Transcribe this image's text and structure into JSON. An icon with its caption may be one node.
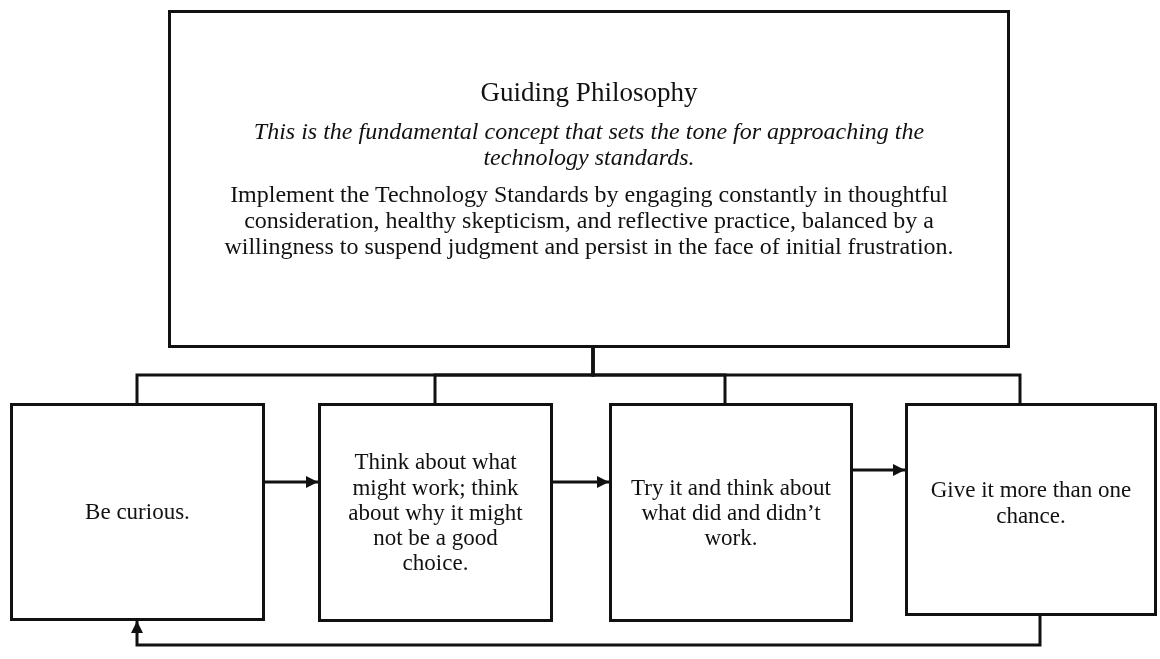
{
  "diagram": {
    "nodes": [
      {
        "text": [
          "Guiding Philosophy",
          "This is the fundamental concept that sets the tone for approaching the technology standards.",
          "Implement the Technology Standards by engaging constantly in thoughtful consideration, healthy skepticism, and reflective practice, balanced by a willingness to suspend judgment and persist in the face of initial frustration."
        ]
      },
      {
        "text": [
          "Be curious."
        ]
      },
      {
        "text": [
          "Think about what might work; think about why it might not be a good choice."
        ]
      },
      {
        "text": [
          "Try it and think about what did and didn’t work."
        ]
      },
      {
        "text": [
          "Give it more than one chance."
        ]
      }
    ],
    "edges": [
      {
        "from": 0,
        "to": 1,
        "arrow": "none"
      },
      {
        "from": 0,
        "to": 2,
        "arrow": "none"
      },
      {
        "from": 0,
        "to": 3,
        "arrow": "none"
      },
      {
        "from": 0,
        "to": 4,
        "arrow": "none"
      },
      {
        "from": 1,
        "to": 2,
        "arrow": "to"
      },
      {
        "from": 2,
        "to": 3,
        "arrow": "to"
      },
      {
        "from": 3,
        "to": 4,
        "arrow": "to"
      },
      {
        "from": 4,
        "to": 1,
        "arrow": "to"
      }
    ]
  }
}
